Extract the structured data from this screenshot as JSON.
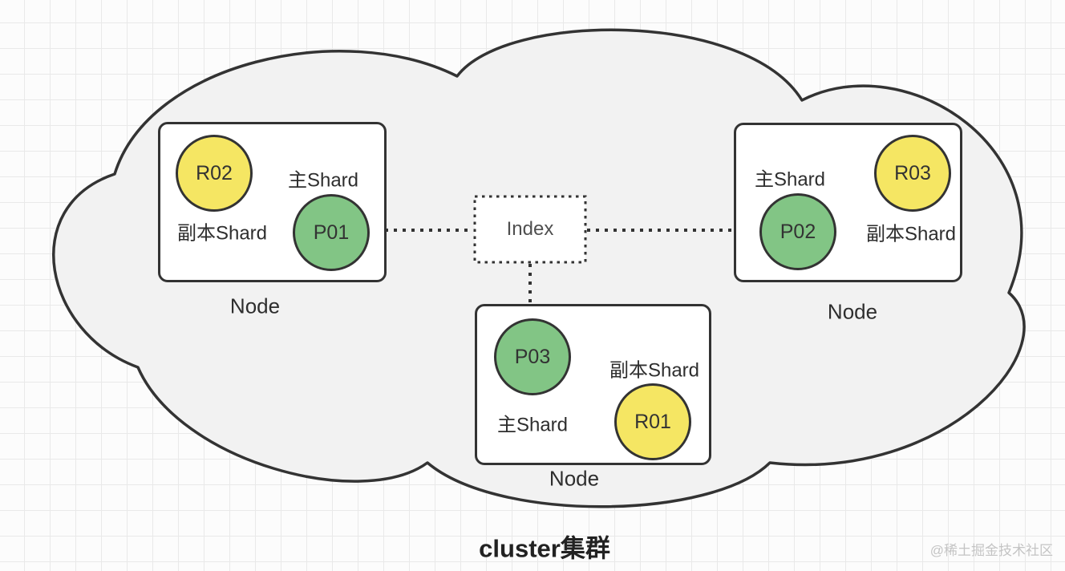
{
  "diagram": {
    "kind": "elasticsearch-cluster-topology",
    "title": "cluster集群",
    "watermark": "@稀土掘金技术社区",
    "index": {
      "label": "Index"
    },
    "nodes": [
      {
        "caption": "Node",
        "position": "left",
        "shards": [
          {
            "id": "R02",
            "kind": "replica",
            "role_label": "副本Shard"
          },
          {
            "id": "P01",
            "kind": "primary",
            "role_label": "主Shard"
          }
        ]
      },
      {
        "caption": "Node",
        "position": "right",
        "shards": [
          {
            "id": "R03",
            "kind": "replica",
            "role_label": "副本Shard"
          },
          {
            "id": "P02",
            "kind": "primary",
            "role_label": "主Shard"
          }
        ]
      },
      {
        "caption": "Node",
        "position": "bottom",
        "shards": [
          {
            "id": "P03",
            "kind": "primary",
            "role_label": "主Shard"
          },
          {
            "id": "R01",
            "kind": "replica",
            "role_label": "副本Shard"
          }
        ]
      }
    ],
    "connections": [
      {
        "from": "Index",
        "to": "P01",
        "style": "dotted"
      },
      {
        "from": "Index",
        "to": "P02",
        "style": "dotted"
      },
      {
        "from": "Index",
        "to": "P03",
        "style": "dotted"
      }
    ],
    "colors": {
      "primary_shard_fill": "#82C585",
      "replica_shard_fill": "#F5E663",
      "outline": "#333333",
      "cloud_fill": "#F2F2F2",
      "node_fill": "#FFFFFF",
      "grid_line": "#E9E9E9",
      "index_text": "#4F4F4F",
      "watermark_text": "#C4C4C4"
    }
  }
}
